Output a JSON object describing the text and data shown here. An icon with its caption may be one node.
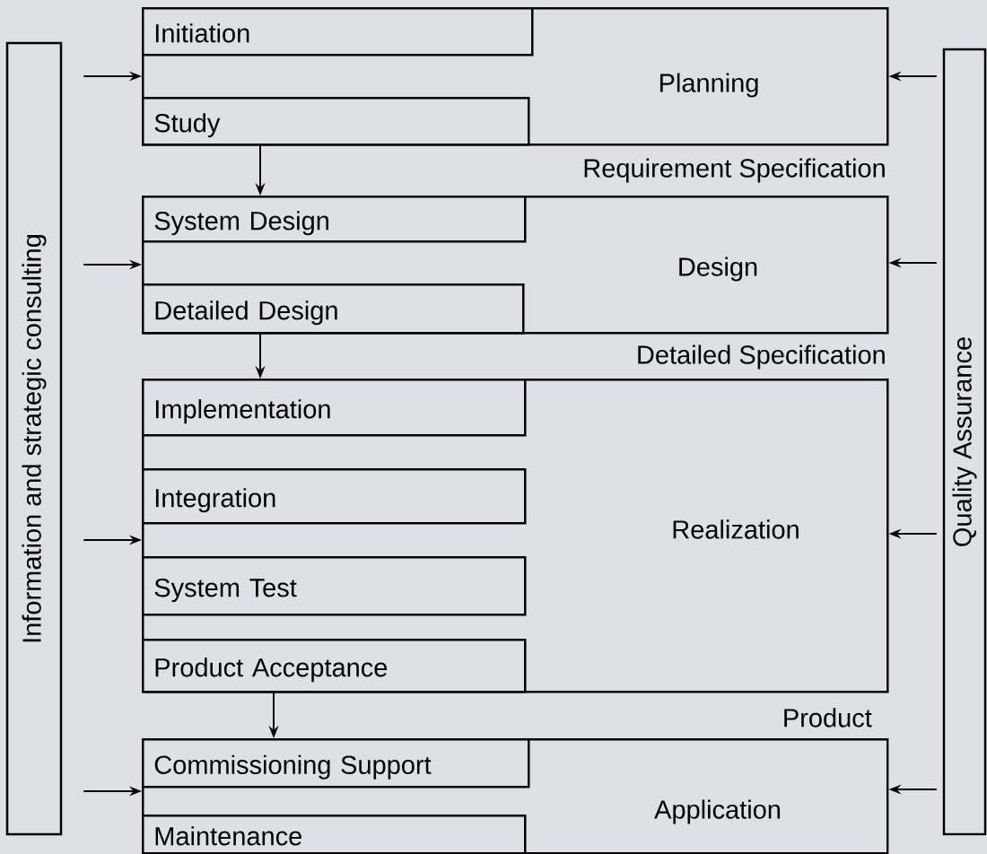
{
  "diagram": {
    "nodes": [
      {
        "text": [
          "Information and strategic consulting"
        ]
      },
      {
        "text": [
          "Planning"
        ]
      },
      {
        "text": [
          "Initiation"
        ],
        "in": 1
      },
      {
        "text": [
          "Study"
        ],
        "in": 1
      },
      {
        "text": [
          "Design"
        ]
      },
      {
        "text": [
          "System Design"
        ],
        "in": 4
      },
      {
        "text": [
          "Detailed Design"
        ],
        "in": 4
      },
      {
        "text": [
          "Realization"
        ]
      },
      {
        "text": [
          "Implementation"
        ],
        "in": 7
      },
      {
        "text": [
          "Integration"
        ],
        "in": 7
      },
      {
        "text": [
          "System Test"
        ],
        "in": 7
      },
      {
        "text": [
          "Product Acceptance"
        ],
        "in": 7
      },
      {
        "text": [
          "Application"
        ]
      },
      {
        "text": [
          "Commissioning Support"
        ],
        "in": 12
      },
      {
        "text": [
          "Maintenance"
        ],
        "in": 12
      },
      {
        "text": [
          "Quality Assurance"
        ]
      }
    ],
    "edges": [
      {
        "from": 0,
        "to": 1,
        "arrow": "to"
      },
      {
        "from": 0,
        "to": 4,
        "arrow": "to"
      },
      {
        "from": 0,
        "to": 7,
        "arrow": "to"
      },
      {
        "from": 0,
        "to": 12,
        "arrow": "to"
      },
      {
        "from": 15,
        "to": 1,
        "arrow": "to"
      },
      {
        "from": 15,
        "to": 4,
        "arrow": "to"
      },
      {
        "from": 15,
        "to": 7,
        "arrow": "to"
      },
      {
        "from": 15,
        "to": 12,
        "arrow": "to"
      },
      {
        "from": 3,
        "to": 5,
        "arrow": "to"
      },
      {
        "from": 6,
        "to": 8,
        "arrow": "to"
      },
      {
        "from": 11,
        "to": 13,
        "arrow": "to"
      }
    ],
    "labels": [
      "Requirement Specification",
      "Detailed Specification",
      "Product"
    ]
  }
}
